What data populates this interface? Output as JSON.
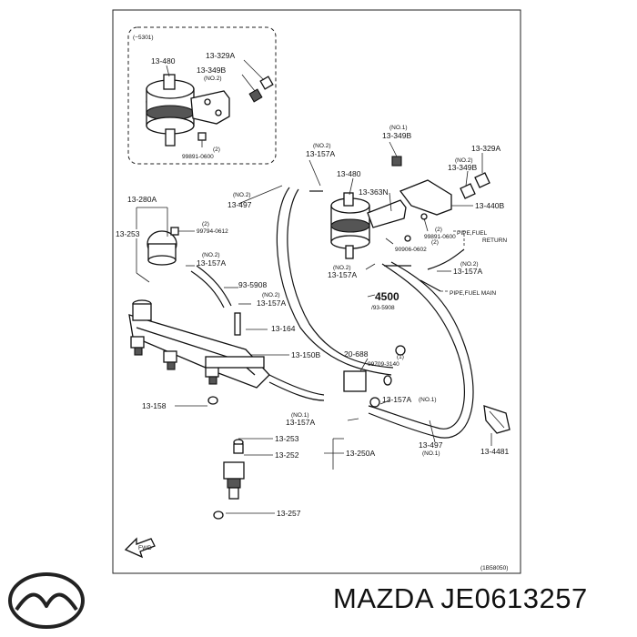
{
  "diagram": {
    "inset_label": "(−5301)",
    "drawing_code": "(1B58050)",
    "fwd_label": "FWD",
    "callouts": {
      "inset_13_480": "13-480",
      "inset_13_329A": "13-329A",
      "inset_13_349B": "13-349B",
      "inset_13_349B_no": "(NO.2)",
      "inset_2": "(2)",
      "inset_99891": "99891-0600",
      "c_13_280A": "13-280A",
      "c_13_253_top": "13-253",
      "c_99794_n": "(2)",
      "c_99794": "99794-0612",
      "c_157A_a_no": "(NO.2)",
      "c_157A_a": "13-157A",
      "c_93_5908": "93-5908",
      "c_157A_b_no": "(NO.2)",
      "c_157A_b": "13-157A",
      "c_13_164": "13-164",
      "c_13_150B": "13-150B",
      "c_13_158": "13-158",
      "c_20_688": "20-688",
      "c_99709_n": "(1)",
      "c_99709": "99709-3140",
      "c_157A_c": "13-157A",
      "c_157A_c_no": "(NO.1)",
      "c_157A_d_no": "(NO.1)",
      "c_157A_d": "13-157A",
      "c_13_253_bot": "13-253",
      "c_13_252": "13-252",
      "c_13_250A": "13-250A",
      "c_13_257": "13-257",
      "c_497_top_no": "(NO.2)",
      "c_497_top": "13-497",
      "c_157A_e_no": "(NO.2)",
      "c_157A_e": "13-157A",
      "c_13_480": "13-480",
      "c_349B_a_no": "(NO.1)",
      "c_349B_a": "13-349B",
      "c_329A": "13-329A",
      "c_349B_b_no": "(NO.2)",
      "c_349B_b": "13-349B",
      "c_13_363N": "13-363N",
      "c_13_440B": "13-440B",
      "c_99891_n": "(2)",
      "c_99891": "99891-0600",
      "c_90906_n": "(2)",
      "c_90906": "90906-0602",
      "c_157A_f_no": "(NO.2)",
      "c_157A_f": "13-157A",
      "c_157A_g_no": "(NO.2)",
      "c_157A_g": "13-157A",
      "c_4500": "4500",
      "c_93_5908_b": "/93-5908",
      "c_pipe_return": "PIPE,FUEL",
      "c_pipe_return_2": "RETURN",
      "c_pipe_main": "PIPE,FUEL  MAIN",
      "c_497_bot": "13-497",
      "c_497_bot_no": "(NO.1)",
      "c_13_4481": "13-4481"
    }
  },
  "footer": {
    "brand_part": "MAZDA JE0613257"
  }
}
